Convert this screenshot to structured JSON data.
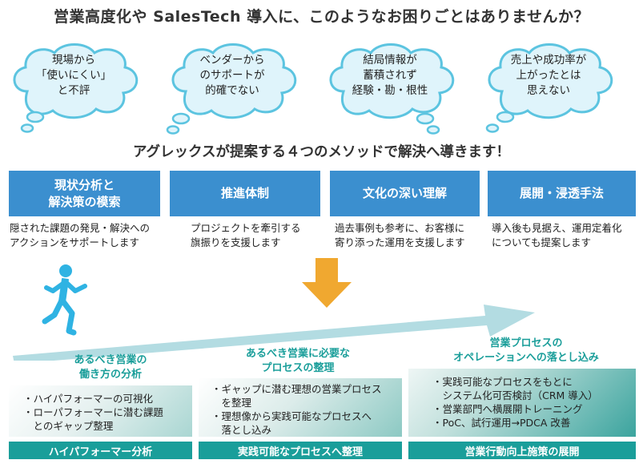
{
  "title": "営業高度化や SalesTech 導入に、このようなお困りごとはありませんか？",
  "concerns": [
    {
      "lines": [
        "現場から",
        "「使いにくい」",
        "と不評"
      ]
    },
    {
      "lines": [
        "ベンダーから",
        "のサポートが",
        "的確でない"
      ]
    },
    {
      "lines": [
        "結局情報が",
        "蓄積されず",
        "経験・勘・根性"
      ]
    },
    {
      "lines": [
        "売上や成功率が",
        "上がったとは",
        "思えない"
      ]
    }
  ],
  "subtitle": "アグレックスが提案する４つのメソッドで解決へ導きます！",
  "methods": [
    {
      "title": [
        "現状分析と",
        "解決策の模索"
      ],
      "desc": [
        "隠された課題の発見・解決への",
        "アクションをサポートします"
      ]
    },
    {
      "title": [
        "推進体制"
      ],
      "desc": [
        "プロジェクトを牽引する",
        "旗振りを支援します"
      ]
    },
    {
      "title": [
        "文化の深い理解"
      ],
      "desc": [
        "過去事例も参考に、お客様に",
        "寄り添った運用を支援します"
      ]
    },
    {
      "title": [
        "展開・浸透手法"
      ],
      "desc": [
        "導入後も見据え、運用定着化",
        "についても提案します"
      ]
    }
  ],
  "stages": [
    {
      "heading": [
        "あるべき営業の",
        "働き方の分析"
      ],
      "items": [
        "・ハイパフォーマーの可視化",
        "・ローパフォーマーに潜む課題",
        "　とのギャップ整理"
      ],
      "footer": "ハイパフォーマー分析"
    },
    {
      "heading": [
        "あるべき営業に必要な",
        "プロセスの整理"
      ],
      "items": [
        "・ギャップに潜む理想の営業プロセス",
        "　を整理",
        "・理想像から実践可能なプロセスへ",
        "　落とし込み"
      ],
      "footer": "実践可能なプロセスへ整理"
    },
    {
      "heading": [
        "営業プロセスの",
        "オペレーションへの落とし込み"
      ],
      "items": [
        "・実践可能なプロセスをもとに",
        "　システム化可否検討（CRM 導入）",
        "・営業部門へ横展開トレーニング",
        "・PoC、試行運用→PDCA 改善"
      ],
      "footer": "営業行動向上施策の展開"
    }
  ],
  "colors": {
    "cloud_fill": "#dff4fb",
    "cloud_stroke": "#5cc4e0",
    "method_blue": "#3b8fcf",
    "stage_teal": "#1a9e9a",
    "arrow_orange": "#f0a830",
    "progress_arrow": "#b3dce2",
    "runner": "#2fb3e3"
  },
  "icons": {
    "runner": "running-person-icon",
    "down_arrow": "down-arrow-icon"
  }
}
